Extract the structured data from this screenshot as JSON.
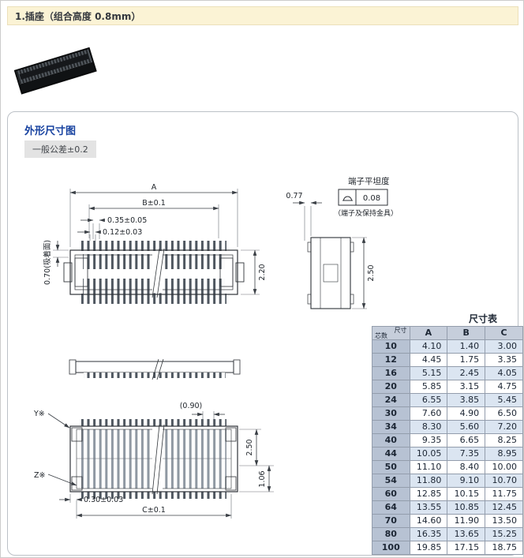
{
  "page": {
    "header_title": "1.插座（组合高度 0.8mm）"
  },
  "section": {
    "title": "外形尺寸图",
    "tolerance": "一般公差±0.2"
  },
  "drawing": {
    "dim_a": "A",
    "dim_b": "B±0.1",
    "pitch": "0.35±0.05",
    "pin_width": "0.12±0.03",
    "suction_face": "0.70(吸着面)",
    "height_220": "2.20",
    "dim_077": "0.77",
    "flatness_title": "端子平坦度",
    "flatness_value": "0.08",
    "flatness_note": "（端子及保持金具）",
    "height_250_end": "2.50",
    "label_y": "Y※",
    "label_z": "Z※",
    "dim_090": "(0.90)",
    "height_250_bottom": "2.50",
    "height_106": "1.06",
    "dim_030": "0.30±0.03",
    "dim_c": "C±0.1"
  },
  "table": {
    "title": "尺寸表",
    "corner_top": "尺寸",
    "corner_bottom": "芯数",
    "columns": [
      "A",
      "B",
      "C"
    ],
    "rows": [
      [
        "10",
        "4.10",
        "1.40",
        "3.00"
      ],
      [
        "12",
        "4.45",
        "1.75",
        "3.35"
      ],
      [
        "16",
        "5.15",
        "2.45",
        "4.05"
      ],
      [
        "20",
        "5.85",
        "3.15",
        "4.75"
      ],
      [
        "24",
        "6.55",
        "3.85",
        "5.45"
      ],
      [
        "30",
        "7.60",
        "4.90",
        "6.50"
      ],
      [
        "34",
        "8.30",
        "5.60",
        "7.20"
      ],
      [
        "40",
        "9.35",
        "6.65",
        "8.25"
      ],
      [
        "44",
        "10.05",
        "7.35",
        "8.95"
      ],
      [
        "50",
        "11.10",
        "8.40",
        "10.00"
      ],
      [
        "54",
        "11.80",
        "9.10",
        "10.70"
      ],
      [
        "60",
        "12.85",
        "10.15",
        "11.75"
      ],
      [
        "64",
        "13.55",
        "10.85",
        "12.45"
      ],
      [
        "70",
        "14.60",
        "11.90",
        "13.50"
      ],
      [
        "80",
        "16.35",
        "13.65",
        "15.25"
      ],
      [
        "100",
        "19.85",
        "17.15",
        "18.75"
      ]
    ]
  }
}
